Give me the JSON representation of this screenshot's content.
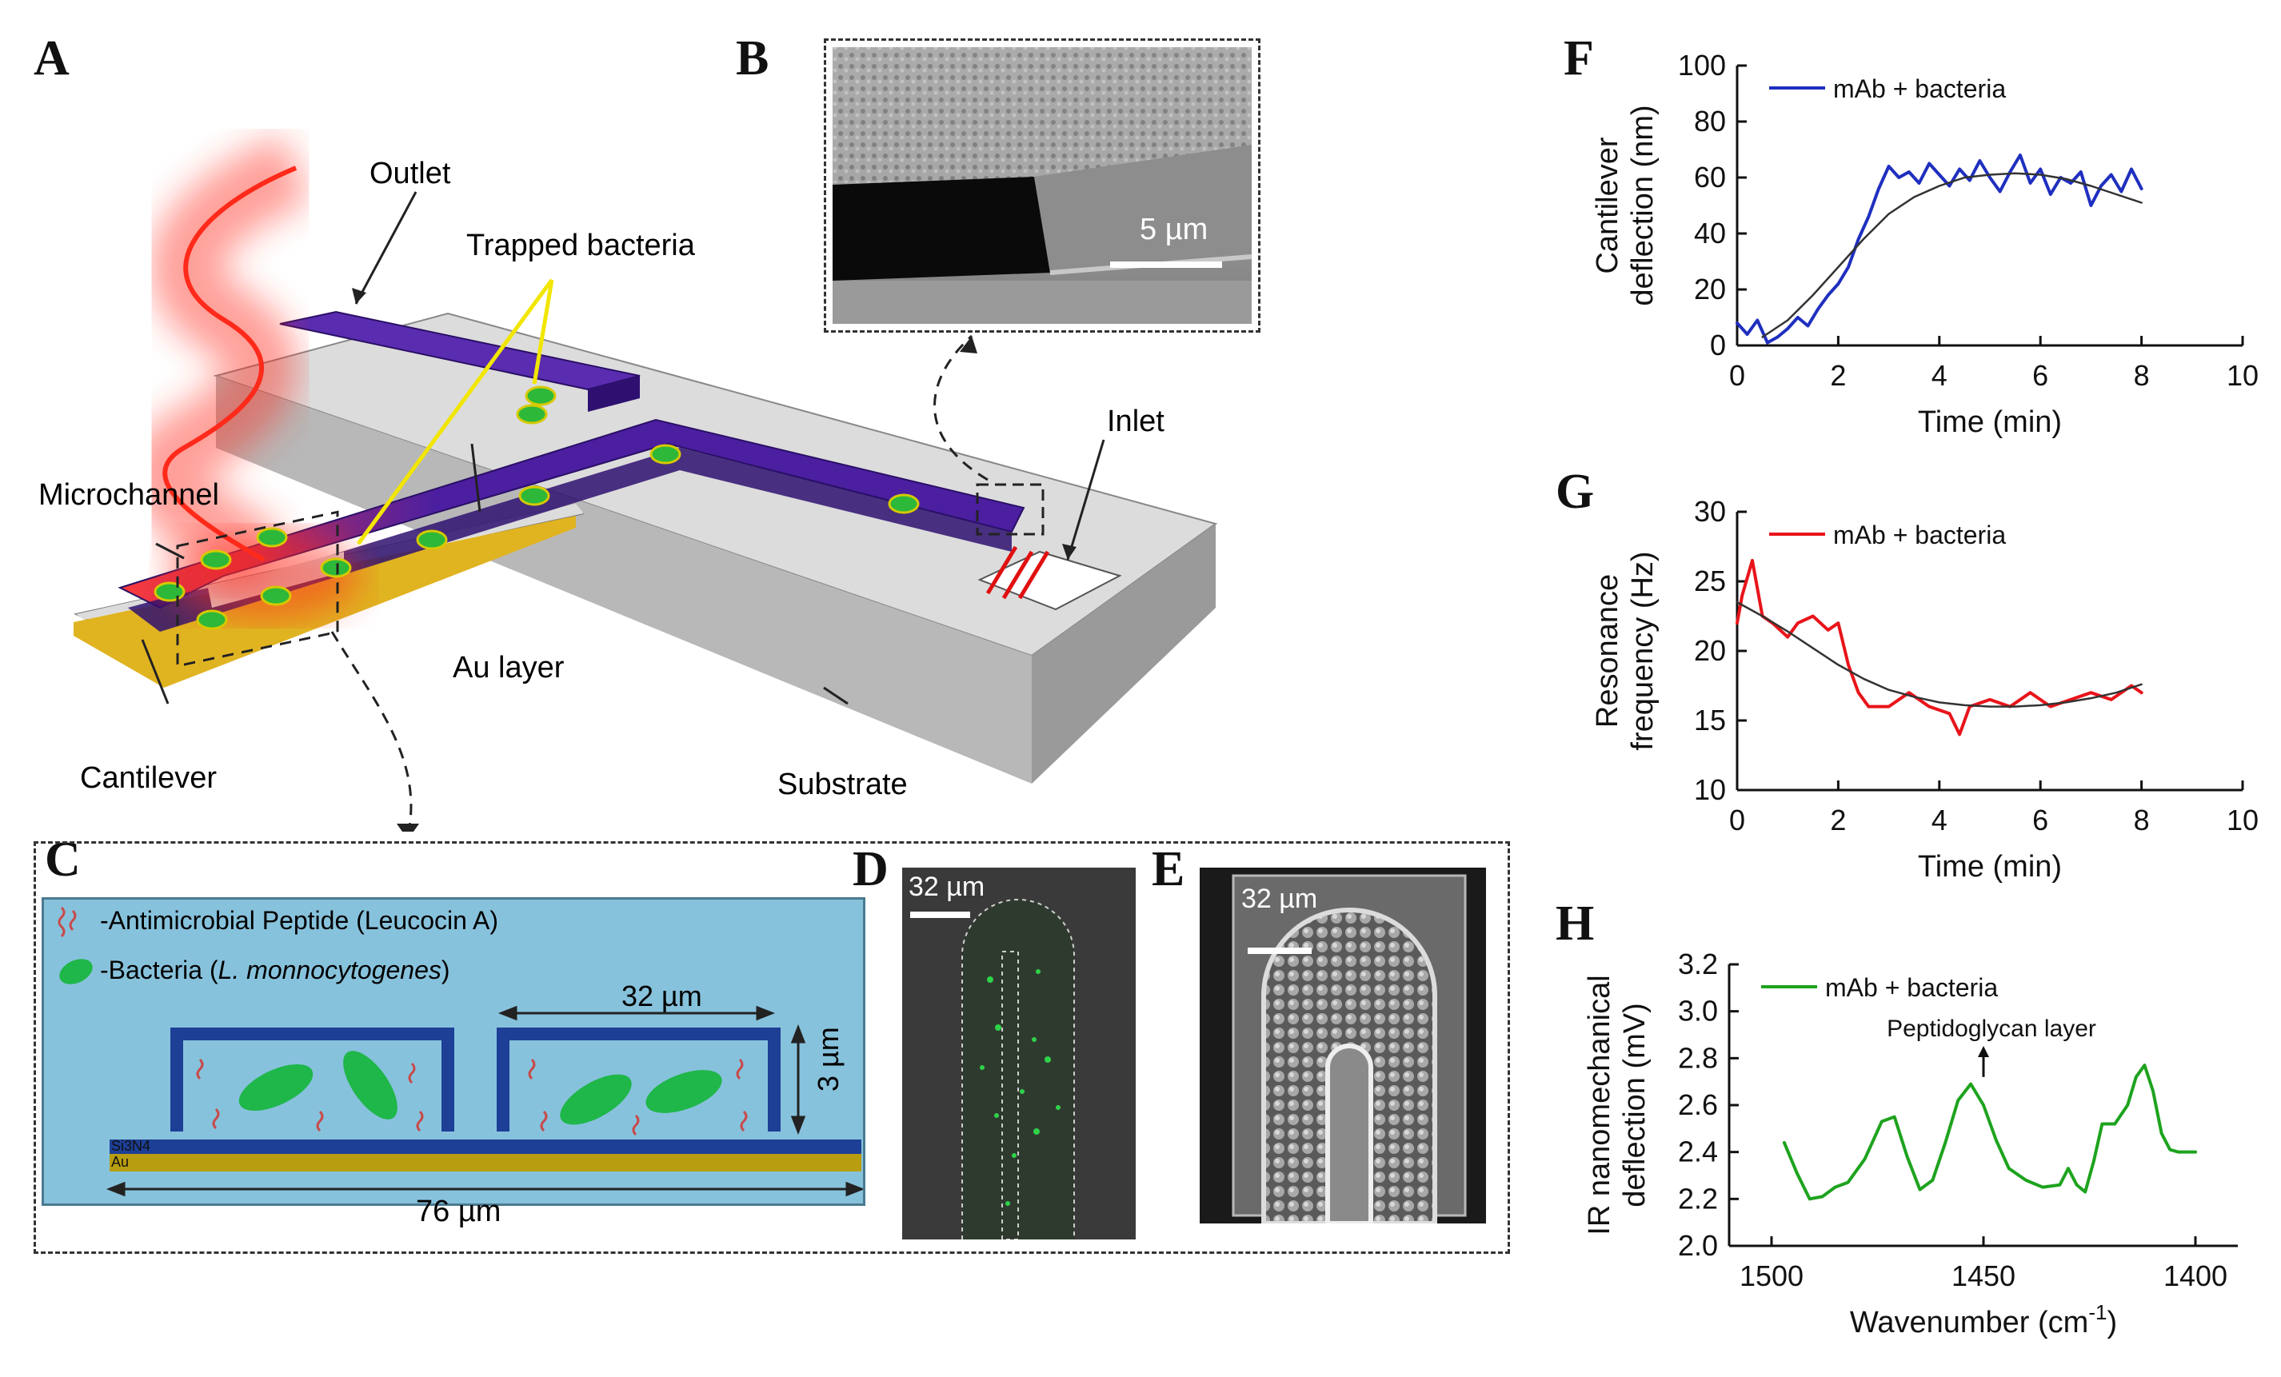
{
  "panels": {
    "A": "A",
    "B": "B",
    "C": "C",
    "D": "D",
    "E": "E",
    "F": "F",
    "G": "G",
    "H": "H"
  },
  "panel_a": {
    "labels": {
      "outlet": "Outlet",
      "trapped_bacteria": "Trapped bacteria",
      "inlet": "Inlet",
      "microchannel": "Microchannel",
      "au_layer": "Au layer",
      "cantilever": "Cantilever",
      "substrate": "Substrate"
    },
    "colors": {
      "channel": "#4b1fa0",
      "laser": "#ff2a1a",
      "gold": "#e0b321",
      "substrate": "#d8d8d8",
      "bacteria": "#2db83a",
      "arrow": "#f2e600"
    }
  },
  "panel_b": {
    "scale_bar": "5 µm"
  },
  "panel_c": {
    "legend_peptide": "-Antimicrobial Peptide (Leucocin A)",
    "legend_bacteria_prefix": "-Bacteria (",
    "legend_bacteria_species": "L. monnocytogenes",
    "legend_bacteria_suffix": ")",
    "dim_width": "32 µm",
    "dim_height": "3 µm",
    "dim_total": "76 µm",
    "layer_si3n4": "Si3N4",
    "layer_au": "Au",
    "colors": {
      "background": "#87c2dc",
      "wall": "#1d3f96",
      "gold": "#b89d10",
      "bacteria": "#1fb64a",
      "peptide": "#c84a4a"
    }
  },
  "panel_d": {
    "scale_bar": "32 µm"
  },
  "panel_e": {
    "scale_bar": "32 µm"
  },
  "chart_data": [
    {
      "panel": "F",
      "type": "line",
      "xlabel": "Time (min)",
      "ylabel": "Cantilever deflection (nm)",
      "ylabel_lines": [
        "Cantilever",
        "deflection (nm)"
      ],
      "xlim": [
        0,
        10
      ],
      "ylim": [
        0,
        100
      ],
      "xticks": [
        0,
        2,
        4,
        6,
        8,
        10
      ],
      "yticks": [
        0,
        20,
        40,
        60,
        80,
        100
      ],
      "legend": "top-left",
      "series": [
        {
          "name": "mAb + bacteria",
          "color": "#1f2fbf",
          "x": [
            0.0,
            0.2,
            0.4,
            0.6,
            0.8,
            1.0,
            1.2,
            1.4,
            1.6,
            1.8,
            2.0,
            2.2,
            2.4,
            2.6,
            2.8,
            3.0,
            3.2,
            3.4,
            3.6,
            3.8,
            4.0,
            4.2,
            4.4,
            4.6,
            4.8,
            5.0,
            5.2,
            5.4,
            5.6,
            5.8,
            6.0,
            6.2,
            6.4,
            6.6,
            6.8,
            7.0,
            7.2,
            7.4,
            7.6,
            7.8,
            8.0
          ],
          "y": [
            8,
            4,
            9,
            1,
            3,
            6,
            10,
            7,
            13,
            18,
            22,
            28,
            38,
            46,
            56,
            64,
            60,
            62,
            58,
            65,
            61,
            57,
            63,
            59,
            66,
            60,
            55,
            62,
            68,
            58,
            63,
            54,
            60,
            58,
            62,
            50,
            57,
            61,
            55,
            63,
            56
          ]
        },
        {
          "name": "",
          "color": "#333333",
          "fit": true,
          "x": [
            0.5,
            1.0,
            1.5,
            2.0,
            2.5,
            3.0,
            3.5,
            4.0,
            4.5,
            5.0,
            5.5,
            6.0,
            6.5,
            7.0,
            7.5,
            8.0
          ],
          "y": [
            3,
            9,
            18,
            28,
            38,
            47,
            53,
            57,
            60,
            61,
            61.5,
            61,
            59.5,
            57,
            54,
            51
          ]
        }
      ]
    },
    {
      "panel": "G",
      "type": "line",
      "xlabel": "Time (min)",
      "ylabel": "Resonance frequency (Hz)",
      "ylabel_lines": [
        "Resonance",
        "frequency (Hz)"
      ],
      "xlim": [
        0,
        10
      ],
      "ylim": [
        10,
        30
      ],
      "xticks": [
        0,
        2,
        4,
        6,
        8,
        10
      ],
      "yticks": [
        10,
        15,
        20,
        25,
        30
      ],
      "legend": "top-left",
      "series": [
        {
          "name": "mAb + bacteria",
          "color": "#e8141a",
          "x": [
            0.0,
            0.1,
            0.3,
            0.5,
            0.7,
            1.0,
            1.2,
            1.5,
            1.8,
            2.0,
            2.2,
            2.4,
            2.6,
            3.0,
            3.4,
            3.8,
            4.2,
            4.4,
            4.6,
            5.0,
            5.4,
            5.8,
            6.2,
            6.6,
            7.0,
            7.4,
            7.8,
            8.0
          ],
          "y": [
            22,
            24,
            26.5,
            22.5,
            22,
            21,
            22,
            22.5,
            21.5,
            22,
            19,
            17,
            16,
            16,
            17,
            16,
            15.5,
            14,
            16,
            16.5,
            16,
            17,
            16,
            16.5,
            17,
            16.5,
            17.5,
            17
          ]
        },
        {
          "name": "",
          "color": "#333333",
          "fit": true,
          "x": [
            0.0,
            0.5,
            1.0,
            1.5,
            2.0,
            2.5,
            3.0,
            3.5,
            4.0,
            4.5,
            5.0,
            5.5,
            6.0,
            6.5,
            7.0,
            7.5,
            8.0
          ],
          "y": [
            23.5,
            22.5,
            21.4,
            20.2,
            19,
            18,
            17.2,
            16.7,
            16.3,
            16.1,
            16.0,
            16.0,
            16.1,
            16.3,
            16.6,
            17.0,
            17.6
          ]
        }
      ]
    },
    {
      "panel": "H",
      "type": "line",
      "xlabel": "Wavenumber (cm-1)",
      "xlabel_main": "Wavenumber (cm",
      "xlabel_sup": "-1",
      "xlabel_close": ")",
      "ylabel": "IR nanomechanical deflection (mV)",
      "ylabel_lines": [
        "IR nanomechanical",
        "deflection (mV)"
      ],
      "xlim": [
        1510,
        1390
      ],
      "ylim": [
        2.0,
        3.2
      ],
      "xticks": [
        1500,
        1450,
        1400
      ],
      "yticks": [
        2.0,
        2.2,
        2.4,
        2.6,
        2.8,
        3.0,
        3.2
      ],
      "legend": "top-left",
      "annotation": "Peptidoglycan layer",
      "annotation_x": 1450,
      "series": [
        {
          "name": "mAb + bacteria",
          "color": "#1ea31e",
          "x": [
            1497,
            1494,
            1491,
            1488,
            1485,
            1482,
            1478,
            1474,
            1471,
            1468,
            1465,
            1462,
            1459,
            1456,
            1453,
            1450,
            1447,
            1444,
            1440,
            1436,
            1432,
            1430,
            1428,
            1426,
            1424,
            1422,
            1419,
            1416,
            1414,
            1412,
            1410,
            1408,
            1406,
            1404,
            1402,
            1400
          ],
          "y": [
            2.44,
            2.31,
            2.2,
            2.21,
            2.25,
            2.27,
            2.37,
            2.53,
            2.55,
            2.38,
            2.24,
            2.28,
            2.44,
            2.62,
            2.69,
            2.6,
            2.45,
            2.33,
            2.28,
            2.25,
            2.26,
            2.33,
            2.26,
            2.23,
            2.36,
            2.52,
            2.52,
            2.6,
            2.72,
            2.77,
            2.66,
            2.48,
            2.41,
            2.4,
            2.4,
            2.4
          ]
        }
      ]
    }
  ]
}
